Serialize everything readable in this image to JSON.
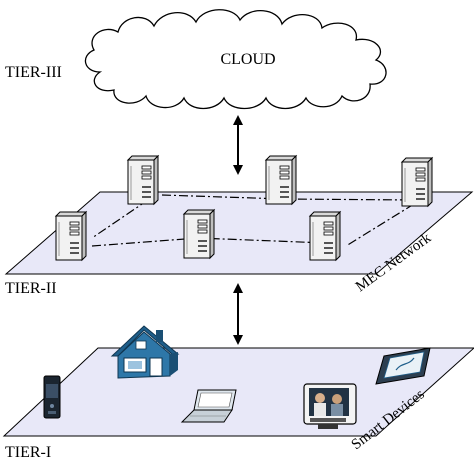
{
  "tiers": {
    "tier3": {
      "label": "TIER-III",
      "cloud_label": "CLOUD"
    },
    "tier2": {
      "label": "TIER-II",
      "plane_label": "MEC Network",
      "server_count": 6
    },
    "tier1": {
      "label": "TIER-I",
      "plane_label": "Smart Devices",
      "devices": [
        "phone-icon",
        "smart-home-icon",
        "laptop-icon",
        "video-phone-icon",
        "tablet-icon"
      ]
    }
  },
  "colors": {
    "plane_fill": "#e8e8f8",
    "server_body": "#f2f2f2",
    "device_blue": "#1f5f8b",
    "outline": "#000000"
  }
}
